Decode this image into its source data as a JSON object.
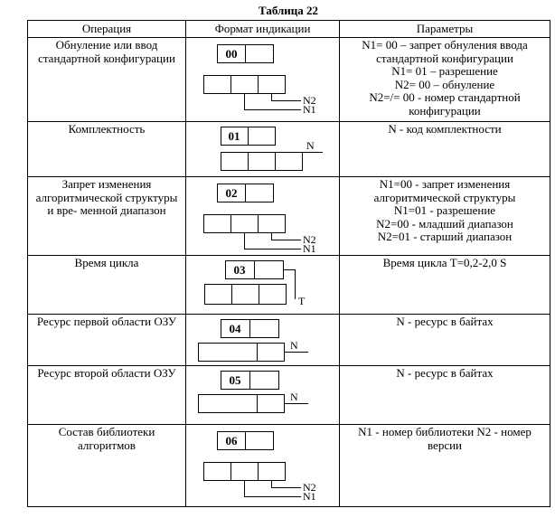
{
  "title": "Таблица 22",
  "columns": [
    "Операция",
    "Формат индикации",
    "Параметры"
  ],
  "rows": [
    {
      "operation": "Обнуление или ввод\nстандартной конфигурации",
      "code": "00",
      "labels": [
        "N2",
        "N1"
      ],
      "params": "N1= 00 – запрет обнуления ввода\nстандартной конфигурации\nN1= 01 – разрешение\nN2= 00 – обнуление\nN2=/= 00 - номер стандартной\nконфигурации"
    },
    {
      "operation": "Комплектность",
      "code": "01",
      "labels": [
        "N"
      ],
      "params": "N - код комплектности"
    },
    {
      "operation": "Запрет изменения\nалгоритмической структуры\nи вре- менной диапазон",
      "code": "02",
      "labels": [
        "N2",
        "N1"
      ],
      "params": "N1=00 - запрет изменения\nалгоритмической структуры\nN1=01 - разрешение\nN2=00 - младший диапазон\nN2=01 - старший диапазон"
    },
    {
      "operation": "Время цикла",
      "code": "03",
      "labels": [
        "T"
      ],
      "params": "Время цикла T=0,2-2,0 S"
    },
    {
      "operation": "Ресурс первой области ОЗУ",
      "code": "04",
      "labels": [
        "N"
      ],
      "params": "N - ресурс в байтах"
    },
    {
      "operation": "Ресурс второй области ОЗУ",
      "code": "05",
      "labels": [
        "N"
      ],
      "params": "N - ресурс в байтах"
    },
    {
      "operation": "Состав библиотеки\nалгоритмов",
      "code": "06",
      "labels": [
        "N2",
        "N1"
      ],
      "params": "N1 - номер библиотеки N2 - номер\nверсии"
    }
  ]
}
